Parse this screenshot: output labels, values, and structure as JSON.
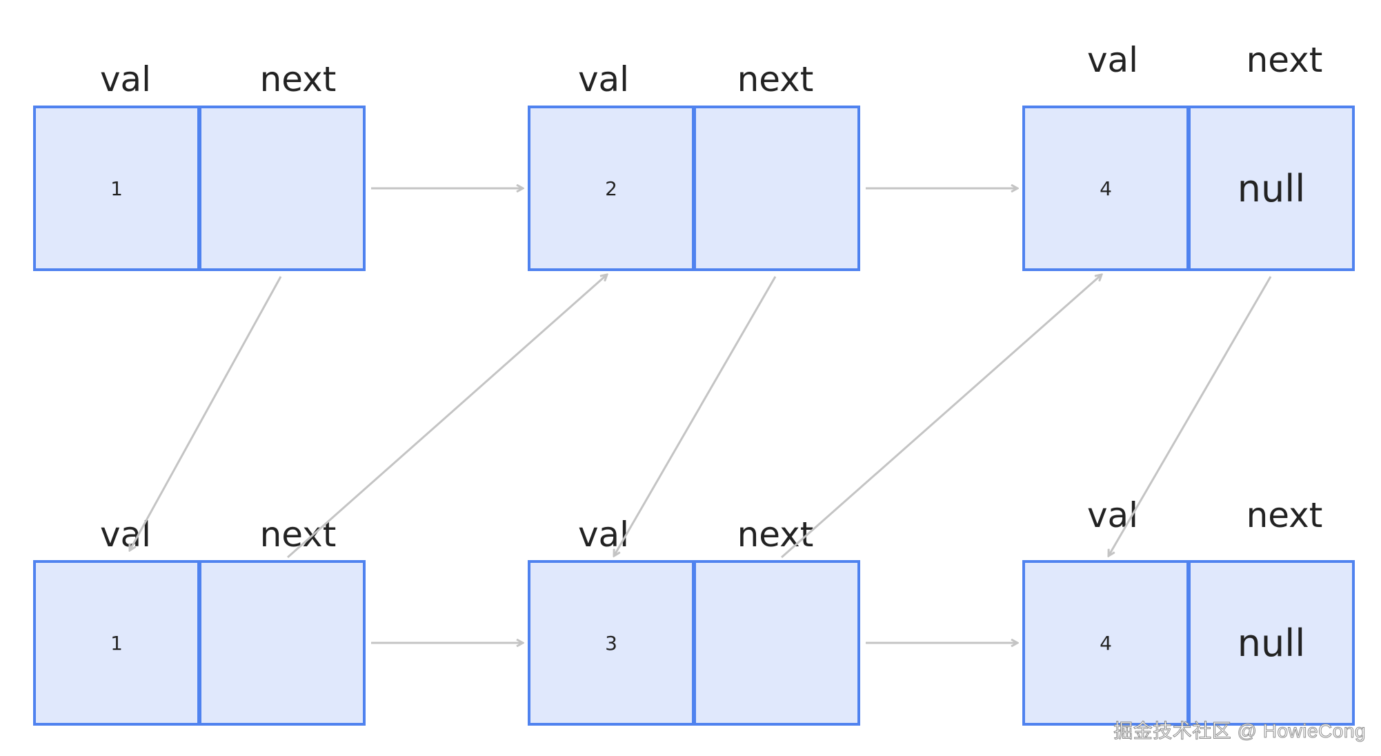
{
  "labels": {
    "val": "val",
    "next": "next",
    "null": "null"
  },
  "top_row": [
    "1",
    "2",
    "4"
  ],
  "bottom_row": [
    "1",
    "3",
    "4"
  ],
  "colors": {
    "cell_fill": "#e0e8fc",
    "cell_border": "#4f82ef",
    "arrow": "#c4c4c4",
    "text": "#222222"
  },
  "watermark": "掘金技术社区 @ HowieCong"
}
